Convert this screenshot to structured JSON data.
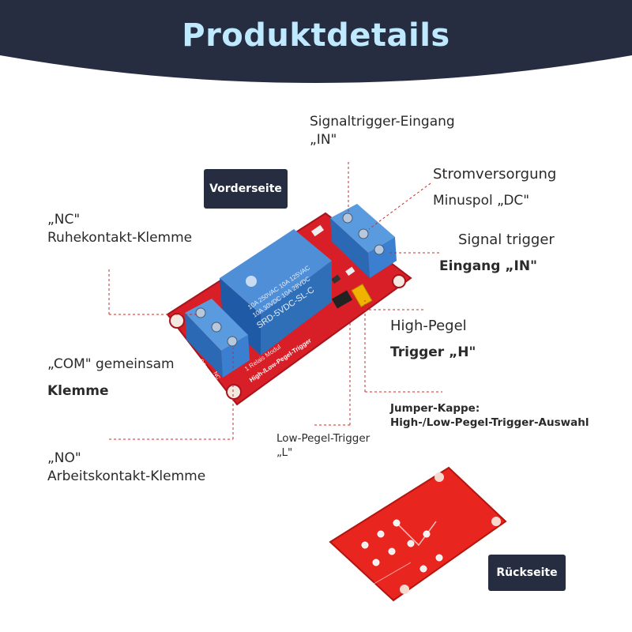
{
  "header": {
    "title": "Produktdetails",
    "bg_color": "#262d40",
    "title_color": "#bfe9ff"
  },
  "badges": {
    "front": "Vorderseite",
    "back": "Rückseite"
  },
  "labels": {
    "signal_in_1": "Signaltrigger-Eingang",
    "signal_in_2": "„IN\"",
    "power_1": "Stromversorgung",
    "power_2": "Minuspol „DC\"",
    "signal_trigger_1": "Signal trigger",
    "signal_trigger_2": "Eingang „IN\"",
    "nc_1": "„NC\"",
    "nc_2": "Ruhekontakt-Klemme",
    "high_1": "High-Pegel",
    "high_2": "Trigger „H\"",
    "com_1": "„COM\" gemeinsam",
    "com_2": "Klemme",
    "jumper_1": "Jumper-Kappe:",
    "jumper_2": "High-/Low-Pegel-Trigger-Auswahl",
    "low_1": "Low-Pegel-Trigger",
    "low_2": "„L\"",
    "no_1": "„NO\"",
    "no_2": "Arbeitskontakt-Klemme"
  },
  "board_text": {
    "relay_line1": "10A 250VAC  10A 125VAC",
    "relay_line2": "10A 30VDC  10A 28VDC",
    "relay_model": "SRD-5VDC-SL-C",
    "module_line": "1 Relais Modul",
    "trigger_line": "High-/Low-Pegel-Trigger",
    "pin_no": "NO",
    "pin_com": "COM",
    "pin_nc": "NC"
  },
  "colors": {
    "pcb": "#d81e26",
    "relay": "#2f6fb8",
    "terminal": "#3a7fd0",
    "jumper": "#f0b400",
    "leader": "#cc2b2b"
  }
}
